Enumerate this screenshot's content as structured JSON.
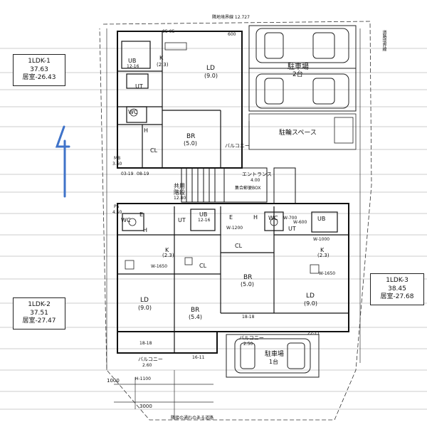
{
  "units": [
    {
      "name": "1LDK-1",
      "area": "37.63",
      "room": "居室-26.43"
    },
    {
      "name": "1LDK-2",
      "area": "37.51",
      "room": "居室-27.47"
    },
    {
      "name": "1LDK-3",
      "area": "38.45",
      "room": "居室-27.68"
    }
  ],
  "rooms": {
    "ld_top": "LD",
    "ld_top_size": "(9.0)",
    "br_top": "BR",
    "br_top_size": "(5.0)",
    "k_top": "K",
    "k_top_size": "(2.3)",
    "ld_left": "LD",
    "ld_left_size": "(9.0)",
    "br_mid": "BR",
    "br_mid_size": "(5.4)",
    "k_left": "K",
    "k_left_size": "(2.3)",
    "br_right": "BR",
    "br_right_size": "(5.0)",
    "ld_right": "LD",
    "ld_right_size": "(9.0)",
    "k_right": "K",
    "k_right_size": "(2.3)",
    "ub": "UB",
    "ub_size": "12-16",
    "wc": "WC",
    "ut": "UT",
    "cl": "CL",
    "h": "H",
    "e": "E"
  },
  "labels": {
    "parking_top": "駐車場",
    "parking_top_count": "2台",
    "bicycle": "駐輪スペース",
    "entrance": "エントランス",
    "shared": "共用",
    "stairs": "階段",
    "stairs_area": "12.80",
    "balcony_top": "バルコニー",
    "balcony_bottom": "バルコニー",
    "balcony_right": "バルコニー",
    "balcony_right_size": "2.50",
    "balcony_bottom_size": "2.60",
    "parking_bottom": "駐車場",
    "parking_bottom_count": "1台",
    "boundary_top": "隣地境界線 12.727",
    "boundary_bottom": "隣接の通れのある道路",
    "road_right": "道路境界線",
    "dim_3000": "3000",
    "dim_1000": "1000",
    "dim_600": "600",
    "dim_05_05": "05-05",
    "dim_w1200": "W-1200",
    "dim_w1650": "W-1650",
    "dim_w1000": "W-1000",
    "dim_w600": "W-600",
    "dim_w700": "W-700",
    "dim_16_11": "16-11",
    "dim_18_18": "18-18",
    "dim_22_11": "22-11",
    "dim_08_19": "08-19",
    "dim_03_19": "03-19",
    "mb": "MB",
    "mb_size": "3.60",
    "ps": "PS",
    "ps_size": "4.50",
    "postbox": "集合郵便BOX",
    "entrance_size": "4.00",
    "side_mark": "4",
    "h_1100": "H-1100"
  },
  "colors": {
    "line": "#1a1a1a",
    "grid": "#9a9a9a",
    "marker": "#3f73c9"
  }
}
